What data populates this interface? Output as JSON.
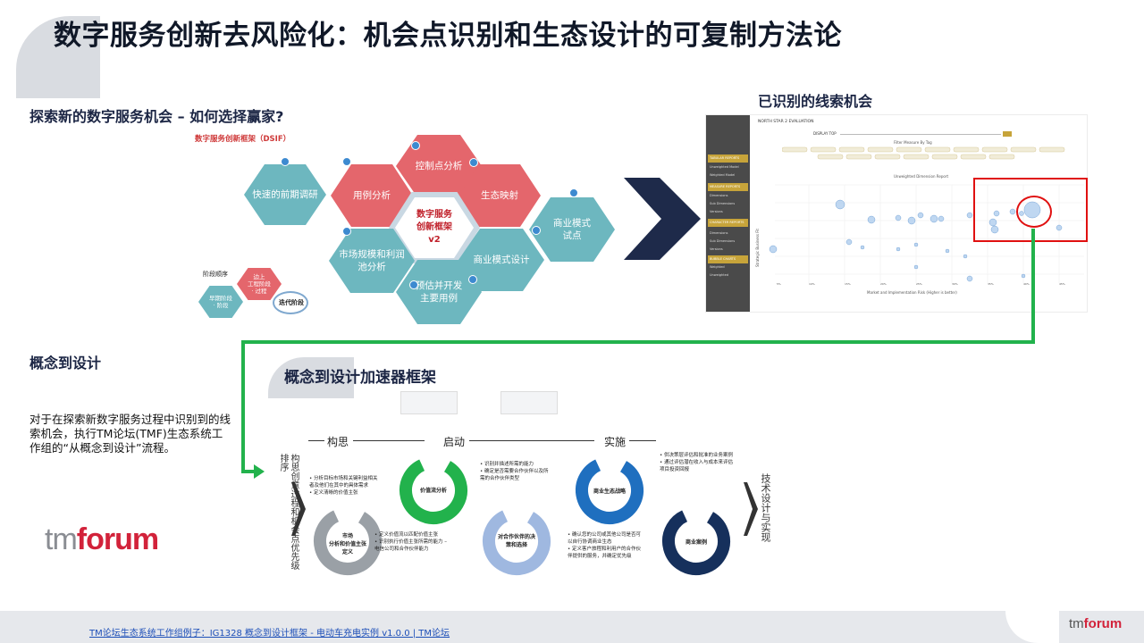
{
  "title": "数字服务创新去风险化：机会点识别和生态设计的可复制方法论",
  "section_explore": "探索新的数字服务机会 – 如何选择赢家?",
  "section_leads": "已识别的线索机会",
  "section_concept": "概念到设计",
  "description": "对于在探索新数字服务过程中识别到的线索机会，执行TM论坛(TMF)生态系统工作组的“从概念到设计”流程。",
  "logo": {
    "a": "tm",
    "b": "forum"
  },
  "dsif": {
    "title": "数字服务创新框架（DSIF）",
    "center": "数字服务\n创新框架\nv2",
    "hexes": {
      "control": "控制点分析",
      "usecase": "用例分析",
      "eco": "生态映射",
      "fast": "快速的前期调研",
      "biz_pilot": "商业模式\n试点",
      "market": "市场规模和利润\n池分析",
      "biz_design": "商业模式设计",
      "estimate": "预估并开发\n主要用例"
    },
    "legend": {
      "stage": "阶段顺序",
      "red1": "边上",
      "red2": "工程阶段",
      "red3": "· 过程",
      "teal1": "早期阶段",
      "teal2": "· 阶段",
      "iter": "迭代阶段"
    }
  },
  "chart_screenshot": {
    "header": "NORTH STAR 2 EVALUATION",
    "display": "DISPLAY TOP",
    "filter": "Filter Measure By Tag",
    "chart_title": "Unweighted Dimension Report",
    "sidebar": [
      "TABULAR REPORTS",
      "Unweighted Model",
      "Weighted Model",
      "MEASURE REPORTS (AVE)",
      "Dimensions",
      "Sub Dimensions",
      "Versions",
      "CHARACTER REPORTS (AVE)",
      "Dimensions",
      "Sub Dimensions",
      "Versions",
      "BUBBLE CHARTS",
      "Weighted",
      "Unweighted"
    ],
    "xaxis": "Market and Implementation Risk (Higher is better)",
    "yaxis": "Strategic Business Fit"
  },
  "accelerator": {
    "title": "概念到设计加速器框架",
    "phases": [
      "构思",
      "启动",
      "实施"
    ],
    "left_vertical": "构思创意过程和机会点优先级排序",
    "right_vertical": "技术设计与实现",
    "rings": {
      "r1": "市场\n分析和价值主张\n定义",
      "r2": "价值流分析",
      "r3": "对合作伙伴的决\n策和选择",
      "r4": "商业生态战略",
      "r5": "商业案例"
    },
    "notes": {
      "n1": "• 分析目标市场和关键利益相关\n  者及他们在其中的具体需求\n• 定义清晰的价值主张",
      "n2": "• 定义价值流以匹配价值主张\n• 识别执行价值主张所需的能力 –\n  电信公司和合作伙伴能力",
      "n3": "• 识别并描述所需的能力\n• 确定是否需要合作伙伴以及所\n  需的合作伙伴类型",
      "n4": "• 确认您的公司或其他公司是否可\n  以自行协调商业生态\n• 定义客户旅程和利用户的合作伙\n  伴提供的服务，并确定优先级",
      "n5": "• 供决策层评估和批准的业务案例\n• 通过评估潜在收入与成本来评估\n  项目投资回报"
    }
  },
  "footer": {
    "link": "TM论坛生态系统工作组例子：IG1328 概念到设计框架 - 电动车充电实例 v1.0.0 | TM论坛",
    "logo_a": "tm",
    "logo_b": "forum"
  },
  "colors": {
    "teal": "#6db7bf",
    "red": "#e4666c",
    "navy": "#1b2544",
    "green": "#22b24c",
    "alert": "#e01010",
    "gray": "#9aa0a6",
    "lightblue": "#9fb8e0",
    "blue": "#1f6fbf",
    "darknavy": "#16305c"
  }
}
